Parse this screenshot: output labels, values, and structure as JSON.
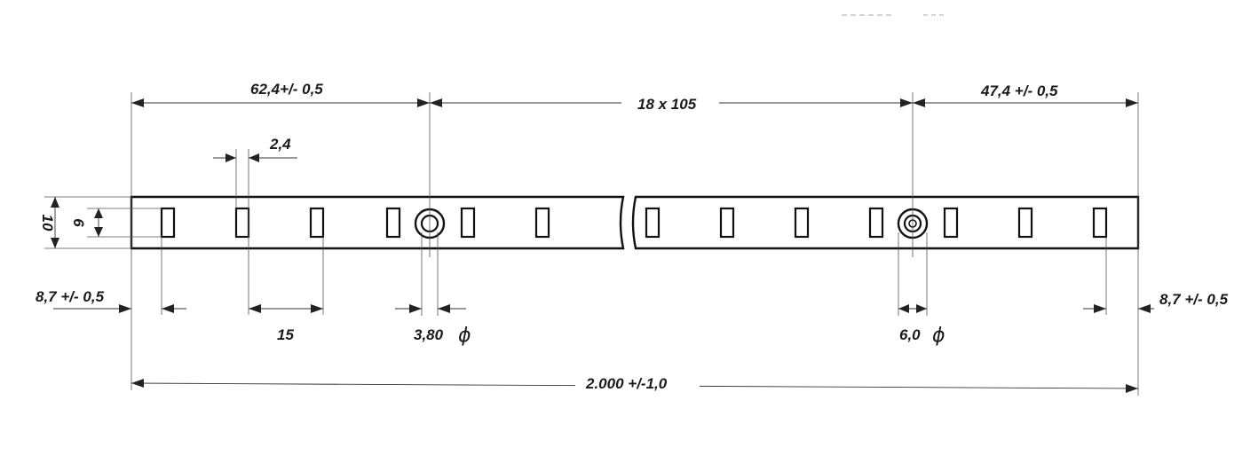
{
  "labels": {
    "left_offset": "62,4+/- 0,5",
    "pitch_count": "18 x 105",
    "right_offset": "47,4 +/- 0,5",
    "slot_width": "2,4",
    "height_outer": "10",
    "height_slot": "6",
    "end_left": "8,7 +/- 0,5",
    "end_right": "8,7 +/- 0,5",
    "slot_pitch": "15",
    "hole_small": "3,80",
    "hole_large": "6,0",
    "diameter_symbol": "ϕ",
    "total_length": "2.000 +/-1,0"
  },
  "colors": {
    "line": "#111111",
    "text": "#1a1a1a",
    "background": "#ffffff"
  }
}
